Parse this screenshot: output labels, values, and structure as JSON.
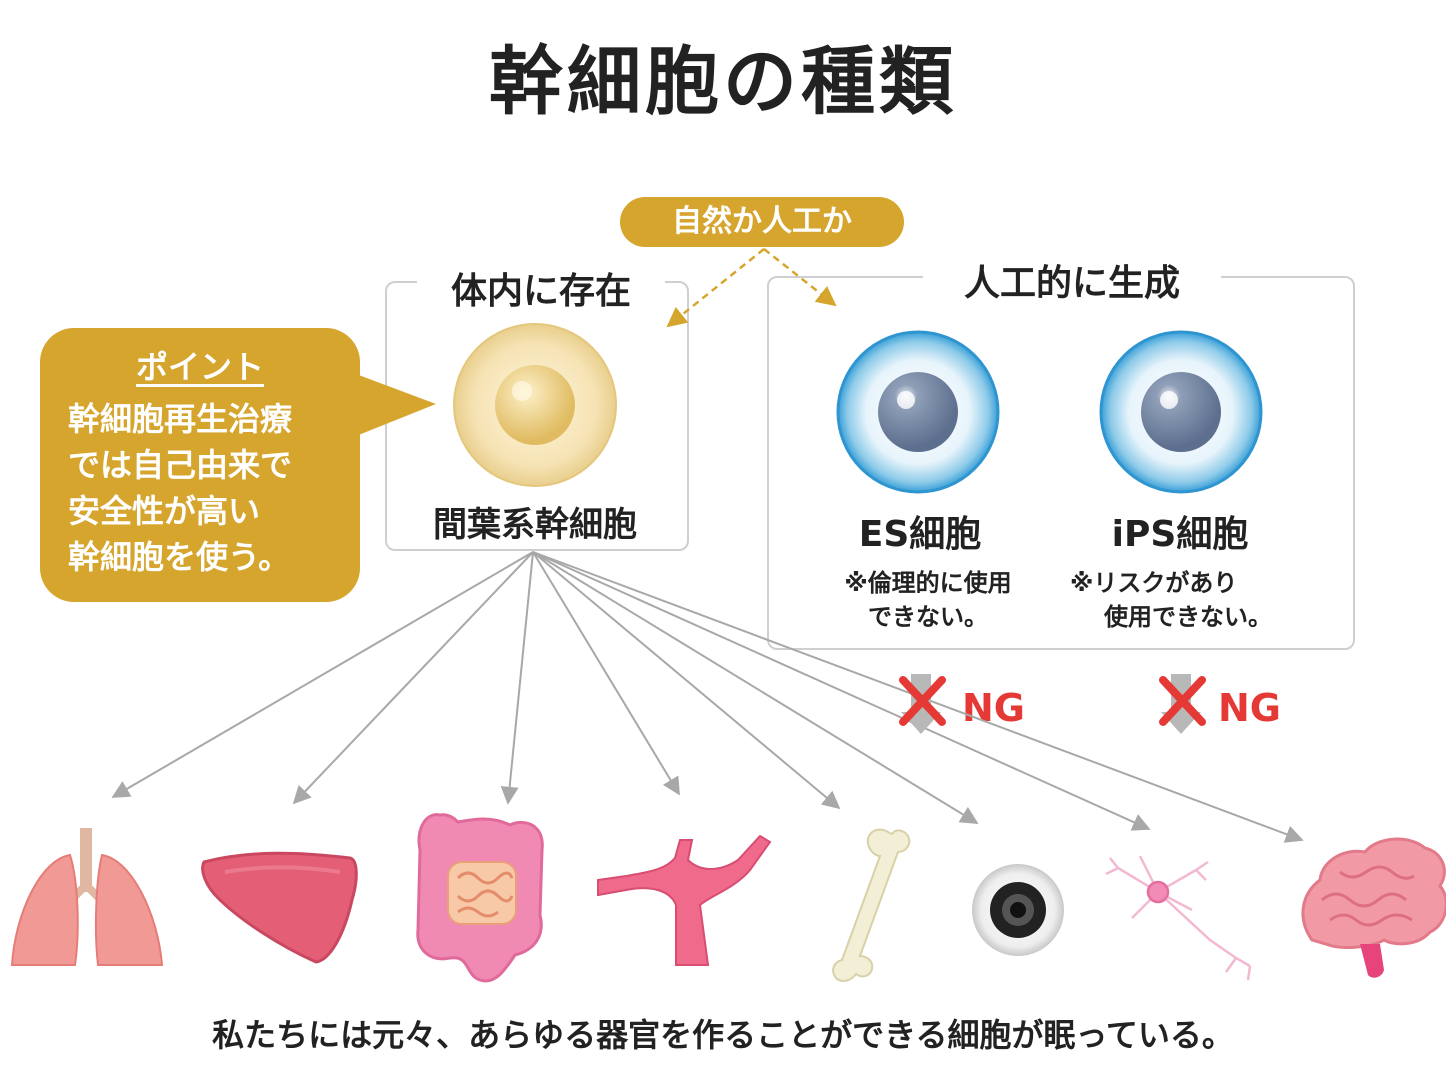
{
  "title": "幹細胞の種類",
  "pill": "自然か人工か",
  "left_box": {
    "label": "体内に存在",
    "cell_name": "間葉系幹細胞"
  },
  "right_box": {
    "label": "人工的に生成",
    "cells": [
      {
        "name": "ES細胞",
        "note_lines": [
          "※倫理的に使用",
          "できない。"
        ]
      },
      {
        "name": "iPS細胞",
        "note_lines": [
          "※リスクがあり",
          "使用できない。"
        ]
      }
    ]
  },
  "callout": {
    "title": "ポイント",
    "lines": [
      "幹細胞再生治療",
      "では自己由来で",
      "安全性が高い",
      "幹細胞を使う。"
    ]
  },
  "ng_label": "NG",
  "organs": [
    "lungs",
    "liver",
    "intestine",
    "blood-vessel",
    "bone",
    "eye",
    "nerve-cell",
    "brain"
  ],
  "footer": "私たちには元々、あらゆる器官を作ることができる細胞が眠っている。",
  "colors": {
    "gold": "#d6a52e",
    "ng_red": "#e53935",
    "arrow_gray": "#a8a8a8",
    "cell_blue": "#3aa0d8"
  }
}
